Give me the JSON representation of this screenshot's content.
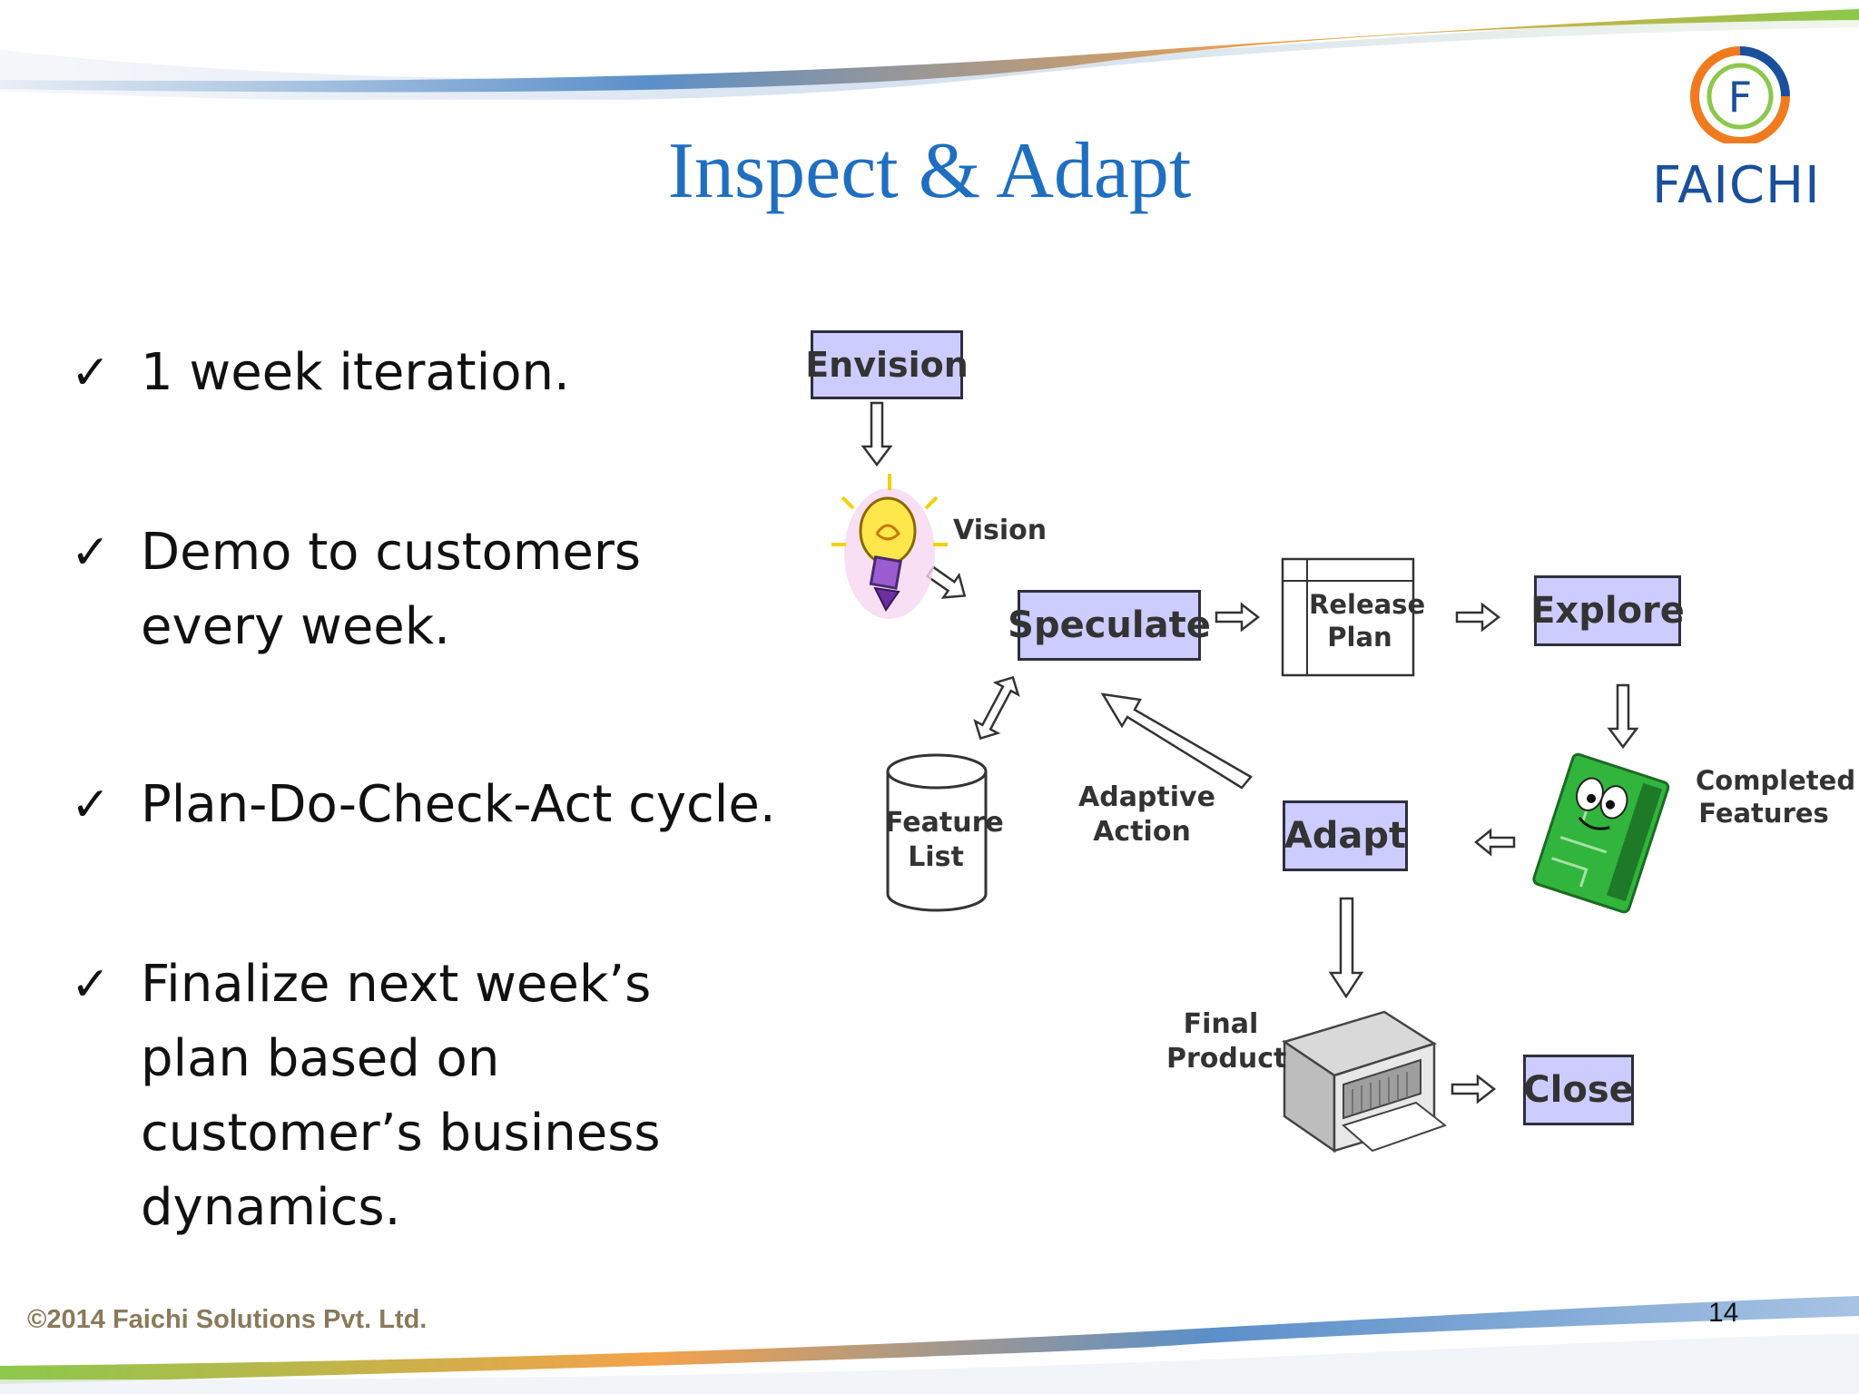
{
  "slide": {
    "title": "Inspect & Adapt",
    "bullets": [
      "1 week iteration.",
      "Demo to customers every week.",
      "Plan-Do-Check-Act cycle.",
      "Finalize next week’s plan based on customer’s business dynamics."
    ],
    "check_icon": "✓",
    "footer": "©2014  Faichi Solutions Pvt. Ltd.",
    "page_number": "14"
  },
  "logo": {
    "letter": "F",
    "text": "FAICHI"
  },
  "diagram": {
    "envision": "Envision",
    "vision": "Vision",
    "speculate": "Speculate",
    "release_plan": "Release Plan",
    "explore": "Explore",
    "completed_features": "Completed Features",
    "adapt": "Adapt",
    "adaptive_action": "Adaptive Action",
    "feature_list": "Feature List",
    "final_product": "Final Product",
    "close": "Close"
  },
  "colors": {
    "title": "#1f6fc0",
    "box_fill": "#ccccff",
    "logo_orange": "#f07b1f",
    "logo_blue": "#1a4f9c",
    "footer_text": "#8a7a5a"
  }
}
